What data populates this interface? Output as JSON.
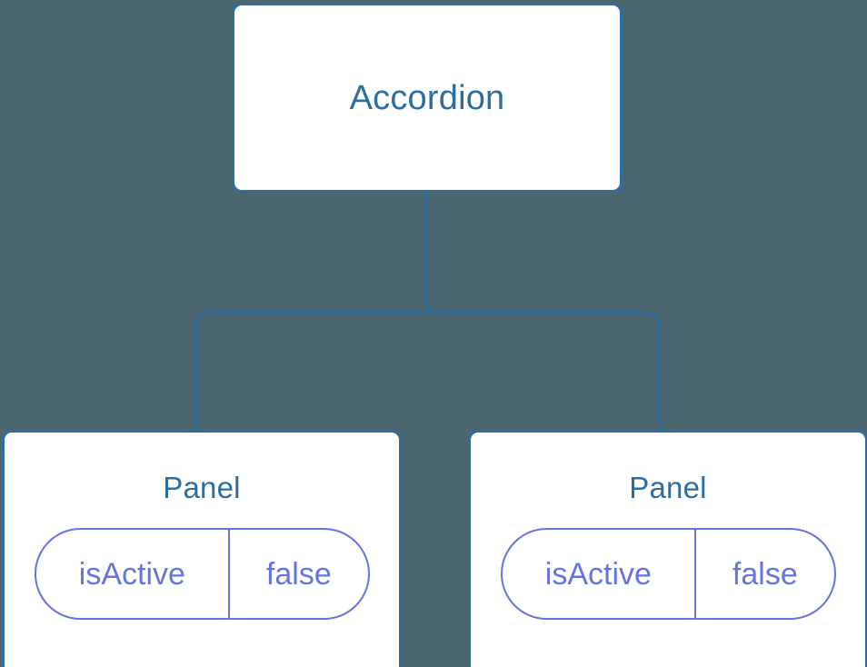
{
  "diagram": {
    "background_color": "#4c6670",
    "node_border_color": "#2d6e9e",
    "node_fill_color": "#ffffff",
    "node_title_color": "#2d6e9e",
    "prop_color": "#6575dd",
    "connector_color": "#2d6e9e",
    "root": {
      "title": "Accordion"
    },
    "children": [
      {
        "title": "Panel",
        "prop": {
          "key": "isActive",
          "value": "false"
        }
      },
      {
        "title": "Panel",
        "prop": {
          "key": "isActive",
          "value": "false"
        }
      }
    ]
  }
}
